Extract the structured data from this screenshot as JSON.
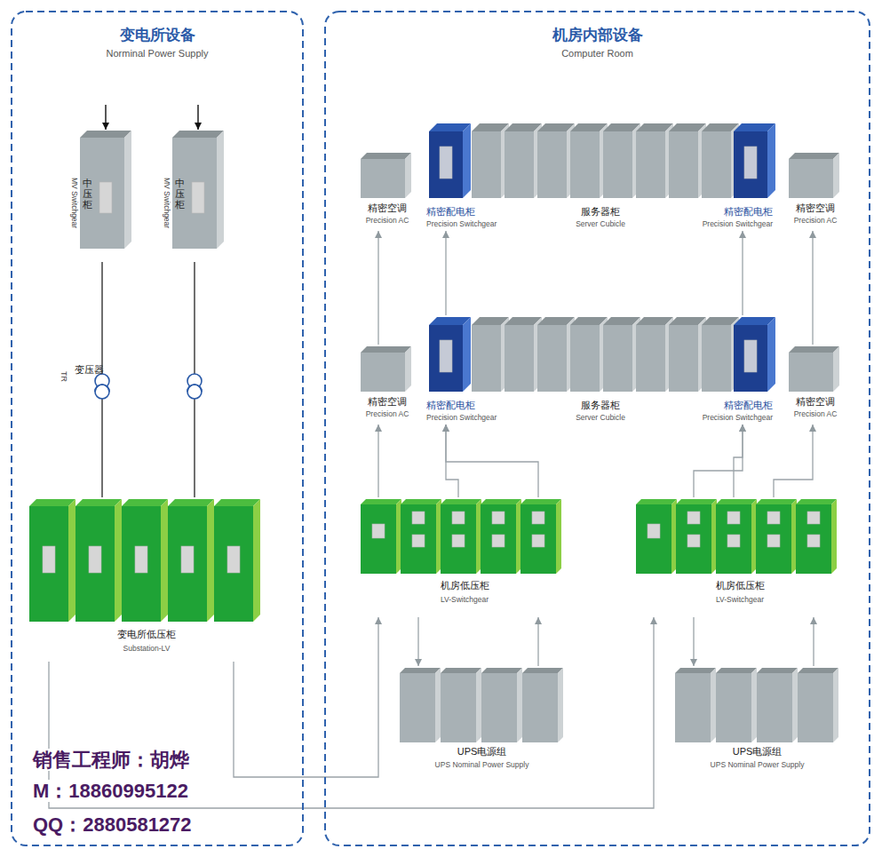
{
  "diagram": {
    "nodes": [
      {
        "text": [
          "变电所设备",
          "Norminal Power Supply"
        ]
      },
      {
        "text": [
          "中压柜",
          "MV Switchgear"
        ],
        "in": 0
      },
      {
        "text": [
          "中压柜",
          "MV Switchgear"
        ],
        "in": 0
      },
      {
        "text": [
          "变电所低压柜",
          "Substation-LV"
        ],
        "in": 0
      },
      {
        "text": [
          "机房内部设备",
          "Computer Room"
        ]
      },
      {
        "text": [
          "精密空调",
          "Precision AC"
        ],
        "in": 4
      },
      {
        "text": [
          "精密配电柜",
          "Precision Switchgear"
        ],
        "in": 4
      },
      {
        "text": [
          "服务器柜",
          "Server Cubicle"
        ],
        "in": 4
      },
      {
        "text": [
          "精密配电柜",
          "Precision Switchgear"
        ],
        "in": 4
      },
      {
        "text": [
          "精密空调",
          "Precision AC"
        ],
        "in": 4
      },
      {
        "text": [
          "精密空调",
          "Precision AC"
        ],
        "in": 4
      },
      {
        "text": [
          "精密配电柜",
          "Precision Switchgear"
        ],
        "in": 4
      },
      {
        "text": [
          "服务器柜",
          "Server Cubicle"
        ],
        "in": 4
      },
      {
        "text": [
          "精密配电柜",
          "Precision Switchgear"
        ],
        "in": 4
      },
      {
        "text": [
          "精密空调",
          "Precision AC"
        ],
        "in": 4
      },
      {
        "text": [
          "机房低压柜",
          "LV-Switchgear"
        ],
        "in": 4
      },
      {
        "text": [
          "机房低压柜",
          "LV-Switchgear"
        ],
        "in": 4
      },
      {
        "text": [
          "UPS电源组",
          "UPS Nominal Power Supply"
        ],
        "in": 4
      },
      {
        "text": [
          "UPS电源组",
          "UPS Nominal Power Supply"
        ],
        "in": 4
      }
    ],
    "edges": [
      {
        "from": 1,
        "to": 3,
        "arrow": "none"
      },
      {
        "from": 2,
        "to": 3,
        "arrow": "none"
      },
      {
        "from": 3,
        "to": 15,
        "arrow": "to"
      },
      {
        "from": 3,
        "to": 16,
        "arrow": "to"
      },
      {
        "from": 15,
        "to": 17,
        "arrow": "to"
      },
      {
        "from": 17,
        "to": 15,
        "arrow": "to"
      },
      {
        "from": 16,
        "to": 18,
        "arrow": "to"
      },
      {
        "from": 18,
        "to": 16,
        "arrow": "to"
      },
      {
        "from": 15,
        "to": 10,
        "arrow": "to"
      },
      {
        "from": 10,
        "to": 5,
        "arrow": "to"
      },
      {
        "from": 15,
        "to": 11,
        "arrow": "to"
      },
      {
        "from": 15,
        "to": 11,
        "arrow": "to"
      },
      {
        "from": 11,
        "to": 6,
        "arrow": "to"
      },
      {
        "from": 16,
        "to": 13,
        "arrow": "to"
      },
      {
        "from": 16,
        "to": 13,
        "arrow": "to"
      },
      {
        "from": 13,
        "to": 8,
        "arrow": "to"
      },
      {
        "from": 16,
        "to": 14,
        "arrow": "to"
      },
      {
        "from": 14,
        "to": 9,
        "arrow": "to"
      }
    ],
    "labels": [
      "变压器",
      "TR",
      "销售工程师：胡烨",
      "M：18860995122",
      "QQ：2880581272"
    ]
  }
}
